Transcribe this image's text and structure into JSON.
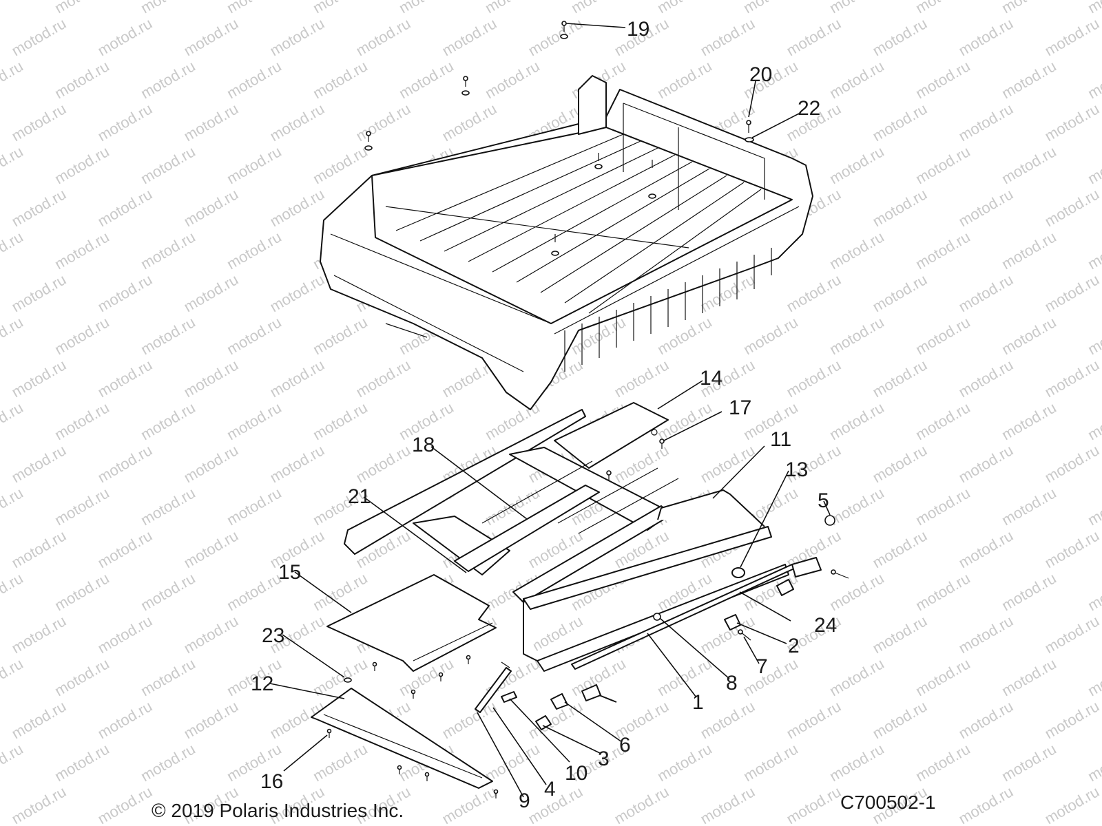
{
  "watermark": "motod.ru",
  "copyright": "© 2019 Polaris Industries Inc.",
  "diagram_code": "C700502-1",
  "callouts": {
    "c1": "1",
    "c2": "2",
    "c3": "3",
    "c4": "4",
    "c5": "5",
    "c6": "6",
    "c7": "7",
    "c8": "8",
    "c9": "9",
    "c10": "10",
    "c11": "11",
    "c12": "12",
    "c13": "13",
    "c14": "14",
    "c15": "15",
    "c16": "16",
    "c17": "17",
    "c18": "18",
    "c19": "19",
    "c20": "20",
    "c21": "21",
    "c22": "22",
    "c23": "23",
    "c24": "24"
  }
}
